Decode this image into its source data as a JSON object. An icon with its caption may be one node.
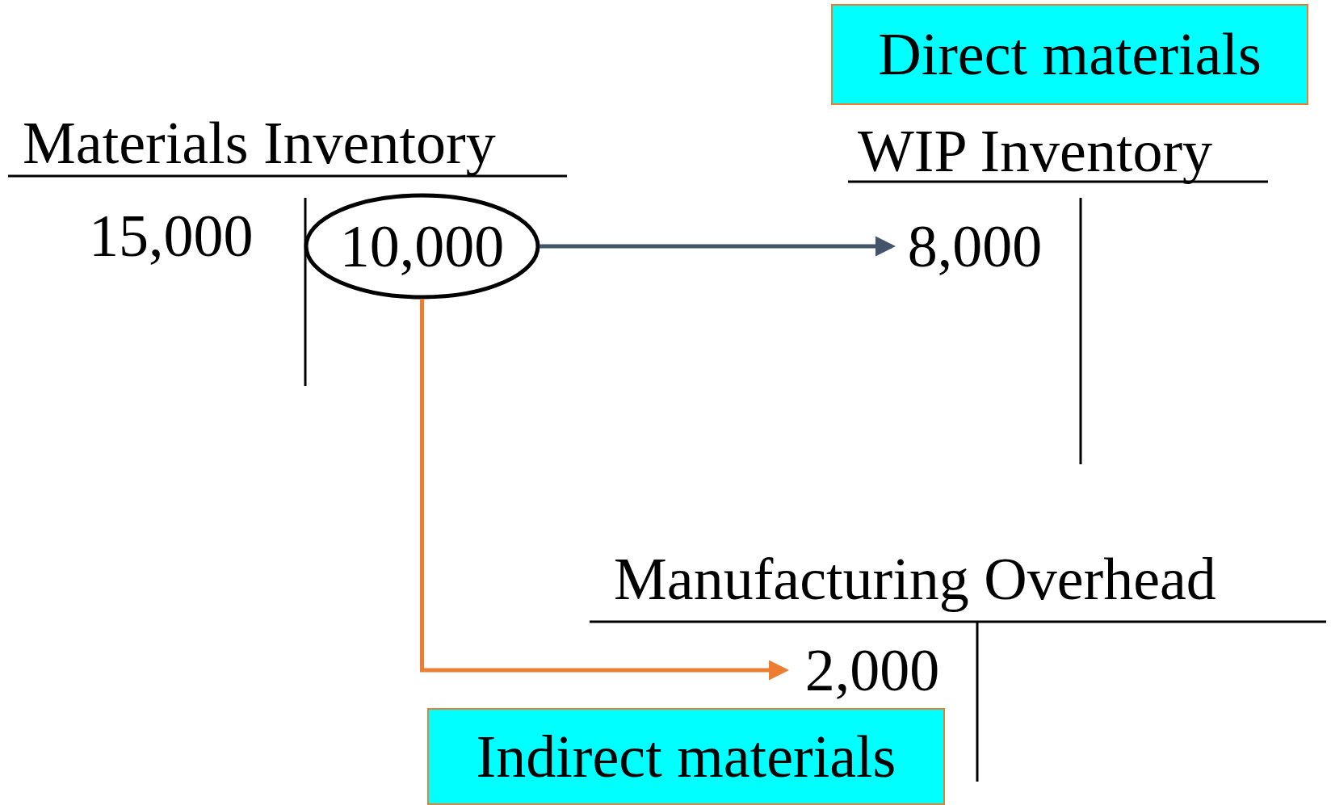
{
  "diagram": {
    "nodes": [
      {
        "text": [
          "Direct materials"
        ]
      },
      {
        "text": [
          "10,000"
        ]
      },
      {
        "text": [
          "8,000"
        ]
      },
      {
        "text": [
          "2,000"
        ]
      },
      {
        "text": [
          "Indirect materials"
        ]
      }
    ],
    "edges": [
      {
        "from": 1,
        "to": 2,
        "arrow": "to",
        "color": "#44546a"
      },
      {
        "from": 1,
        "to": 3,
        "arrow": "to",
        "color": "#ed7d31"
      }
    ],
    "labels": [
      "Materials Inventory",
      "WIP Inventory",
      "15,000",
      "Manufacturing Overhead"
    ]
  }
}
